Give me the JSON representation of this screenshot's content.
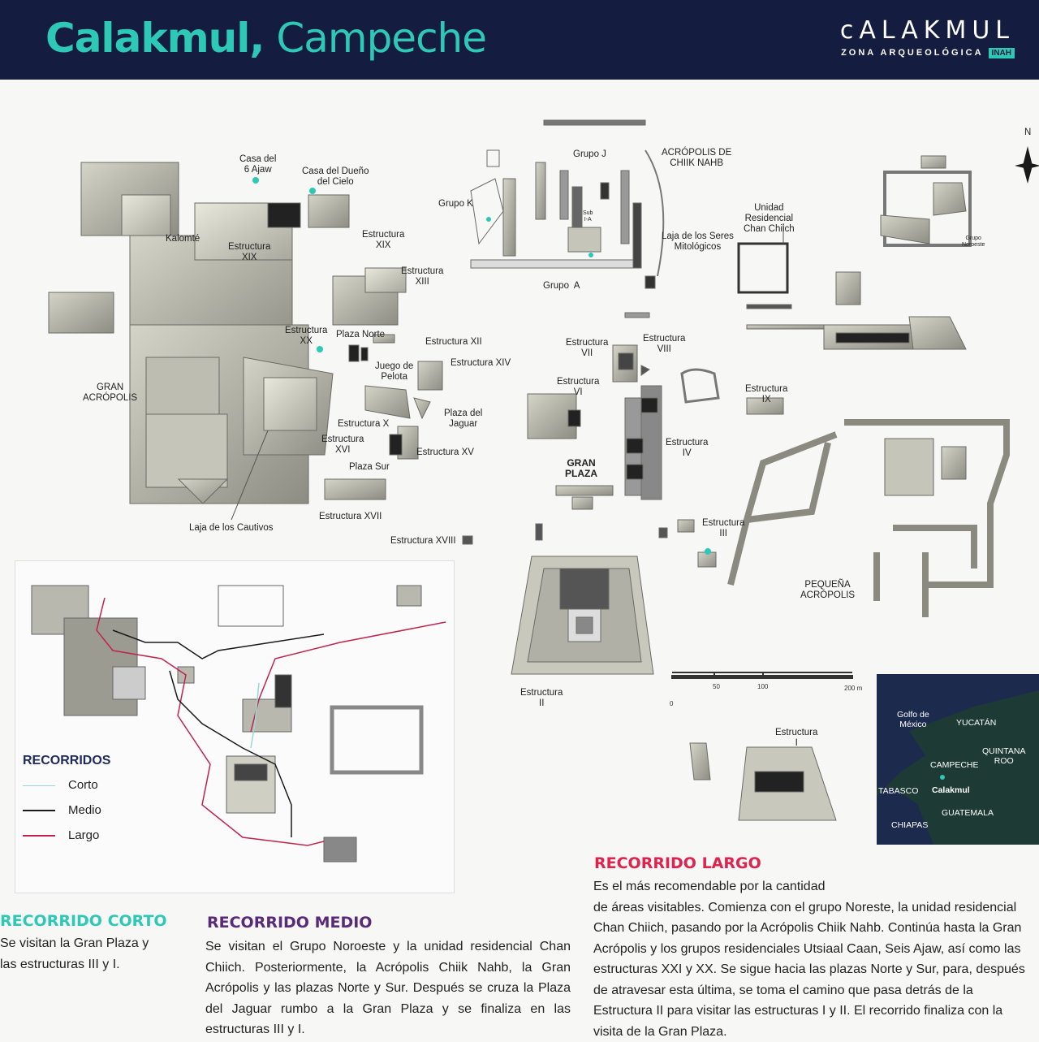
{
  "header": {
    "title_bold": "Calakmul,",
    "title_rest": "Campeche",
    "logo_name": "cALAKMUL",
    "logo_sub": "ZONA ARQUEOLÓGICA",
    "logo_inah": "INAH"
  },
  "map": {
    "north": "N",
    "labels": {
      "casa6ajaw": "Casa del\n6 Ajaw",
      "casadueno": "Casa del Dueño\ndel Cielo",
      "grupok": "Grupo K",
      "grupoj": "Grupo J",
      "subia": "Sub\nI-A",
      "chiiknahb": "ACRÓPOLIS DE\nCHIIK NAHB",
      "lajaseres": "Laja de los Seres\nMitológicos",
      "grupoa": "Grupo  A",
      "chanchiich": "Unidad\nResidencial\nChan Chiich",
      "gruponoreste": "Grupo\nNoroeste",
      "kalomte": "Kalomté",
      "est19a": "Estructura\nXIX",
      "est19b": "Estructura\nXIX",
      "est13": "Estructura\nXIII",
      "est20": "Estructura\nXX",
      "plazanorte": "Plaza Norte",
      "est12": "Estructura XII",
      "est14": "Estructura XIV",
      "juego": "Juego de\nPelota",
      "granacropolis": "GRAN\nACRÓPOLIS",
      "plazajaguar": "Plaza del\nJaguar",
      "est10": "Estructura X",
      "est16": "Estructura\nXVI",
      "est15": "Estructura XV",
      "plazasur": "Plaza Sur",
      "est17": "Estructura XVII",
      "lajacautivos": "Laja de los Cautivos",
      "est18": "Estructura XVIII",
      "est7": "Estructura\nVII",
      "est8": "Estructura\nVIII",
      "est6": "Estructura\nVI",
      "est9": "Estructura\nIX",
      "est4": "Estructura\nIV",
      "granplaza": "GRAN\nPLAZA",
      "est3": "Estructura\nIII",
      "pequena": "PEQUEÑA\nACRÓPOLIS",
      "est2": "Estructura\nII",
      "est1": "Estructura\nI"
    },
    "scale": {
      "zero": "0",
      "s50": "50",
      "s100": "100",
      "s200": "200 m"
    }
  },
  "minimap": {
    "golfo": "Golfo de\nMéxico",
    "yucatan": "YUCATÁN",
    "quintana": "QUINTANA\nROO",
    "campeche": "CAMPECHE",
    "tabasco": "TABASCO",
    "calakmul": "Calakmul",
    "guatemala": "GUATEMALA",
    "chiapas": "CHIAPAS"
  },
  "legend": {
    "title": "RECORRIDOS",
    "items": [
      {
        "label": "Corto",
        "color": "#9fd6cf"
      },
      {
        "label": "Medio",
        "color": "#1a1a1a"
      },
      {
        "label": "Largo",
        "color": "#c0244e"
      }
    ]
  },
  "routes": {
    "corto": {
      "title": "RECORRIDO CORTO",
      "color": "#2ec9b6",
      "text": "Se visitan la Gran Plaza y\nlas estructuras III y I."
    },
    "medio": {
      "title": "RECORRIDO MEDIO",
      "color": "#5a2a7a",
      "text": "Se visitan el Grupo Noroeste y la unidad residencial Chan Chiich. Posteriormente, la Acrópolis Chiik Nahb, la Gran Acrópolis y las plazas Norte y Sur. Después se cruza la Plaza del Jaguar rumbo a la Gran Plaza y se finaliza en las estructuras III y I."
    },
    "largo": {
      "title": "RECORRIDO LARGO",
      "color": "#e0234e",
      "text": "Es el más recomendable por la cantidad\nde áreas visitables. Comienza con el grupo Noreste, la unidad residencial Chan Chiich, pasando por la Acrópolis Chiik Nahb. Continúa hasta la Gran Acrópolis y los grupos residenciales Utsiaal Caan, Seis Ajaw, así como las estructuras XXI y XX. Se sigue hacia las plazas Norte y Sur, para, después de atravesar esta última, se toma el camino que pasa detrás de la Estructura II para visitar las estructuras I y II. El recorrido finaliza con la visita de la Gran Plaza."
    }
  }
}
